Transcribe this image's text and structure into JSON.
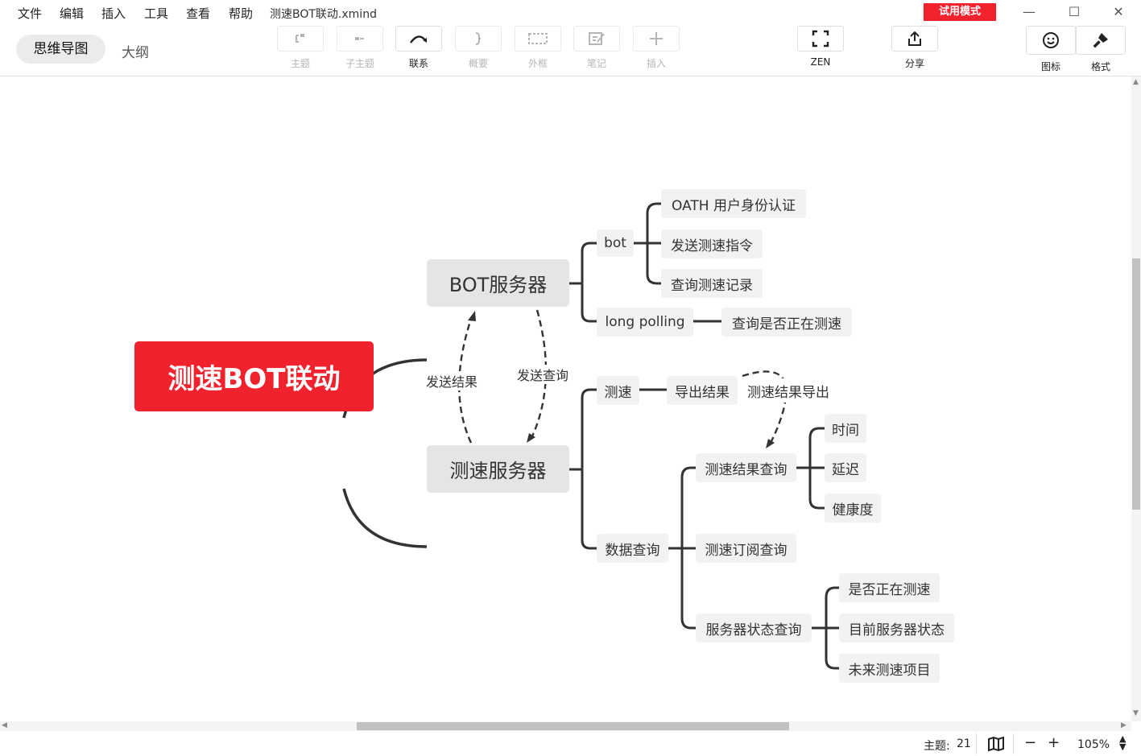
{
  "menu": {
    "file": "文件",
    "edit": "编辑",
    "insert": "插入",
    "tools": "工具",
    "view": "查看",
    "help": "帮助"
  },
  "document_title": "测速BOT联动.xmind",
  "trial_badge": "试用模式",
  "window_controls": {
    "minimize": "—",
    "maximize": "☐",
    "close": "✕"
  },
  "view_switch": {
    "mindmap": "思维导图",
    "outline": "大纲"
  },
  "toolbar": {
    "topic": "主题",
    "subtopic": "子主题",
    "relationship": "联系",
    "summary": "概要",
    "boundary": "外框",
    "note": "笔记",
    "insert": "插入",
    "zen": "ZEN",
    "share": "分享",
    "icon": "图标",
    "format": "格式"
  },
  "colors": {
    "root": "#f0222e",
    "main_topic": "#e5e5e5",
    "sub_topic": "#f2f2f2",
    "trial_badge": "#f2222f",
    "line": "#333333"
  },
  "mindmap": {
    "root": "测速BOT联动",
    "bot_server": "BOT服务器",
    "speed_server": "测速服务器",
    "bot": "bot",
    "oath": "OATH 用户身份认证",
    "send_cmd": "发送测速指令",
    "query_record": "查询测速记录",
    "long_polling": "long polling",
    "query_testing": "查询是否正在测速",
    "speed": "测速",
    "export_result": "导出结果",
    "speed_export": "测速结果导出",
    "data_query": "数据查询",
    "result_query": "测速结果查询",
    "time": "时间",
    "latency": "延迟",
    "health": "健康度",
    "sub_query": "测速订阅查询",
    "status_query": "服务器状态查询",
    "is_testing": "是否正在测速",
    "current_status": "目前服务器状态",
    "future_items": "未来测速项目",
    "rel_send_result": "发送结果",
    "rel_send_query": "发送查询"
  },
  "status": {
    "topic_count_label": "主题:",
    "topic_count": "21",
    "zoom": "105%"
  }
}
